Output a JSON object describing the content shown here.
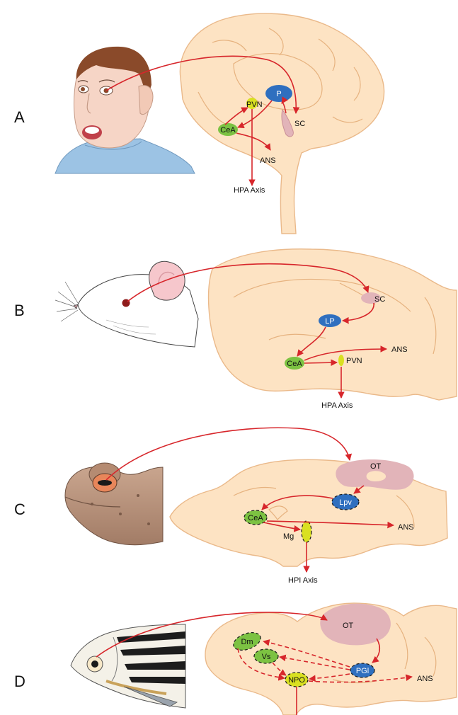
{
  "panels": [
    {
      "letter": "A",
      "nodes": {
        "p": "P",
        "pvn": "PVN",
        "cea": "CeA",
        "sc": "SC",
        "ans": "ANS",
        "axis": "HPA Axis"
      }
    },
    {
      "letter": "B",
      "nodes": {
        "sc": "SC",
        "lp": "LP",
        "cea": "CeA",
        "pvn": "PVN",
        "ans": "ANS",
        "axis": "HPA Axis"
      }
    },
    {
      "letter": "C",
      "nodes": {
        "ot": "OT",
        "lpv": "Lpv",
        "cea": "CeA",
        "mg": "Mg",
        "ans": "ANS",
        "axis": "HPI Axis"
      }
    },
    {
      "letter": "D",
      "nodes": {
        "ot": "OT",
        "dm": "Dm",
        "vs": "Vs",
        "pgi": "PGl",
        "npo": "NPO",
        "ans": "ANS"
      }
    }
  ],
  "colors": {
    "arrow": "#d7262b",
    "blue_node": "#2f6fbf",
    "green_node": "#7cc242",
    "yellow_node": "#d9e021",
    "brain_fill": "#fde3c3",
    "tectum": "#e2b4b9"
  },
  "icons": [
    "human-head-icon",
    "rat-head-icon",
    "toad-head-icon",
    "zebrafish-head-icon"
  ]
}
